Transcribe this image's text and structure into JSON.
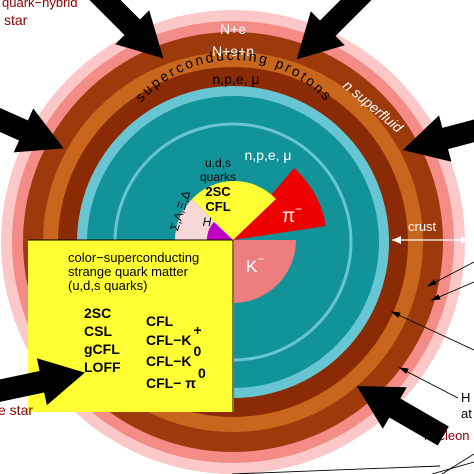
{
  "colors": {
    "outer_halo": "#fbc7c7",
    "pink_ring": "#f38b86",
    "brown_ring": "#9c3a0c",
    "orange_ring": "#c8661e",
    "brown_inner": "#8b2b06",
    "light_blue": "#68c6d3",
    "teal": "#12939a",
    "core_yellow": "#ffff33",
    "pion_red": "#ee0000",
    "kaon_pink": "#ee7d7d",
    "hyperon_pink": "#f7d8d8",
    "h_magenta": "#c000c0",
    "dark_red_text": "#8b0000",
    "arrow_black": "#000000"
  },
  "layers": {
    "N_e": "N+e",
    "N_e_n": "N+e+n",
    "npe_mu_outer": "n,p,e, μ",
    "n_superfluid": "n superfluid",
    "superconducting_protons": "superconducting protons",
    "npe_mu_inner": "n,p,e, μ",
    "pion": "π",
    "pion_sup": "−",
    "kaon": "K",
    "kaon_sup": "−",
    "hyperons": "Σ,Λ,Ξ,Δ",
    "h_dibaryon": "H",
    "uds_quarks_line1": "u,d,s",
    "uds_quarks_line2": "quarks",
    "phase_2sc": "2SC",
    "phase_cfl": "CFL"
  },
  "core_panel": {
    "line1": "color−superconducting",
    "line2": "strange quark matter",
    "line3": "(u,d,s quarks)",
    "phases_left": [
      "2SC",
      "CSL",
      "gCFL",
      "LOFF"
    ],
    "phases_right": {
      "cfl": "CFL",
      "cfl_k_plus": "CFL−K",
      "k_plus_sup": "+",
      "cfl_k_zero": "CFL−K",
      "k_zero_sup": "0",
      "cfl_pi_zero": "CFL− π",
      "pi_zero_sup": "0"
    }
  },
  "side_labels": {
    "top_left_line1": "quark−hybrid",
    "top_left_line2": "star",
    "bottom_left": "e star",
    "crust": "crust",
    "h_partial_line1": "H",
    "h_partial_line2": "at",
    "nucleon": "nucleon"
  }
}
